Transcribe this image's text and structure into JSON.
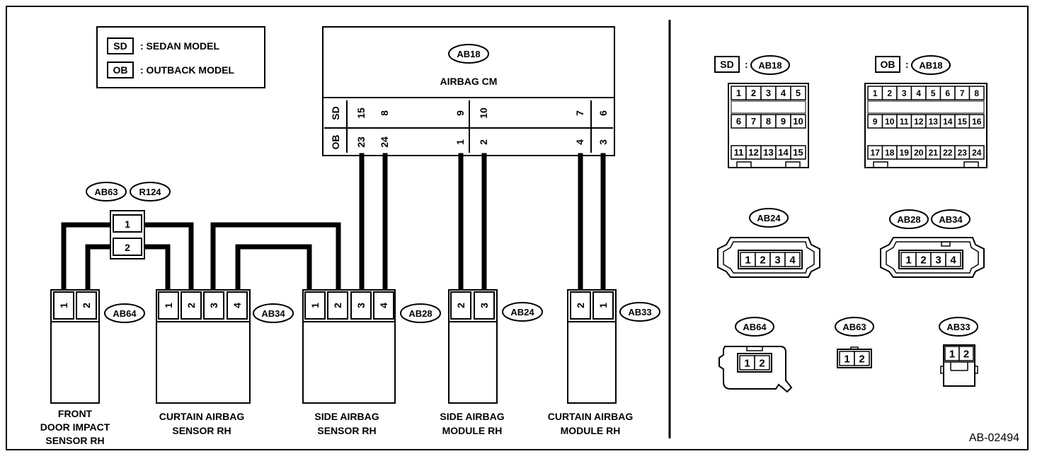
{
  "figure_id": "AB-02494",
  "legend": [
    {
      "abbr": "SD",
      "text": ": SEDAN MODEL"
    },
    {
      "abbr": "OB",
      "text": ": OUTBACK MODEL"
    }
  ],
  "control_module": {
    "connector": "AB18",
    "name": "AIRBAG CM",
    "rows": [
      {
        "model": "SD",
        "pins": [
          "15",
          "8",
          "9",
          "10",
          "7",
          "6"
        ]
      },
      {
        "model": "OB",
        "pins": [
          "23",
          "24",
          "1",
          "2",
          "4",
          "3"
        ]
      }
    ]
  },
  "intermediate_connectors": [
    "AB63",
    "R124"
  ],
  "intermediate_pins": [
    "1",
    "2"
  ],
  "components": [
    {
      "connector": "AB64",
      "pins": [
        "1",
        "2"
      ],
      "label_lines": [
        "FRONT",
        "DOOR IMPACT",
        "SENSOR RH"
      ]
    },
    {
      "connector": "AB34",
      "pins": [
        "1",
        "2",
        "3",
        "4"
      ],
      "label_lines": [
        "CURTAIN AIRBAG",
        "SENSOR RH"
      ]
    },
    {
      "connector": "AB28",
      "pins": [
        "1",
        "2",
        "3",
        "4"
      ],
      "label_lines": [
        "SIDE AIRBAG",
        "SENSOR RH"
      ]
    },
    {
      "connector": "AB24",
      "pins": [
        "2",
        "3"
      ],
      "label_lines": [
        "SIDE AIRBAG",
        "MODULE RH"
      ]
    },
    {
      "connector": "AB33",
      "pins": [
        "2",
        "1"
      ],
      "label_lines": [
        "CURTAIN AIRBAG",
        "MODULE RH"
      ]
    }
  ],
  "connector_views": {
    "sd_ab18": {
      "model": "SD",
      "separator": ":",
      "code": "AB18",
      "rows": [
        [
          "1",
          "2",
          "3",
          "4",
          "5"
        ],
        [
          "6",
          "7",
          "8",
          "9",
          "10"
        ],
        [
          "11",
          "12",
          "13",
          "14",
          "15"
        ]
      ]
    },
    "ob_ab18": {
      "model": "OB",
      "separator": ":",
      "code": "AB18",
      "rows": [
        [
          "1",
          "2",
          "3",
          "4",
          "5",
          "6",
          "7",
          "8"
        ],
        [
          "9",
          "10",
          "11",
          "12",
          "13",
          "14",
          "15",
          "16"
        ],
        [
          "17",
          "18",
          "19",
          "20",
          "21",
          "22",
          "23",
          "24"
        ]
      ]
    },
    "ab24": {
      "codes": [
        "AB24"
      ],
      "pins": [
        "1",
        "2",
        "3",
        "4"
      ]
    },
    "ab28_ab34": {
      "codes": [
        "AB28",
        "AB34"
      ],
      "pins": [
        "1",
        "2",
        "3",
        "4"
      ]
    },
    "ab64": {
      "code": "AB64",
      "pins": [
        "1",
        "2"
      ]
    },
    "ab63": {
      "code": "AB63",
      "pins": [
        "1",
        "2"
      ]
    },
    "ab33": {
      "code": "AB33",
      "pins": [
        "1",
        "2"
      ]
    }
  }
}
